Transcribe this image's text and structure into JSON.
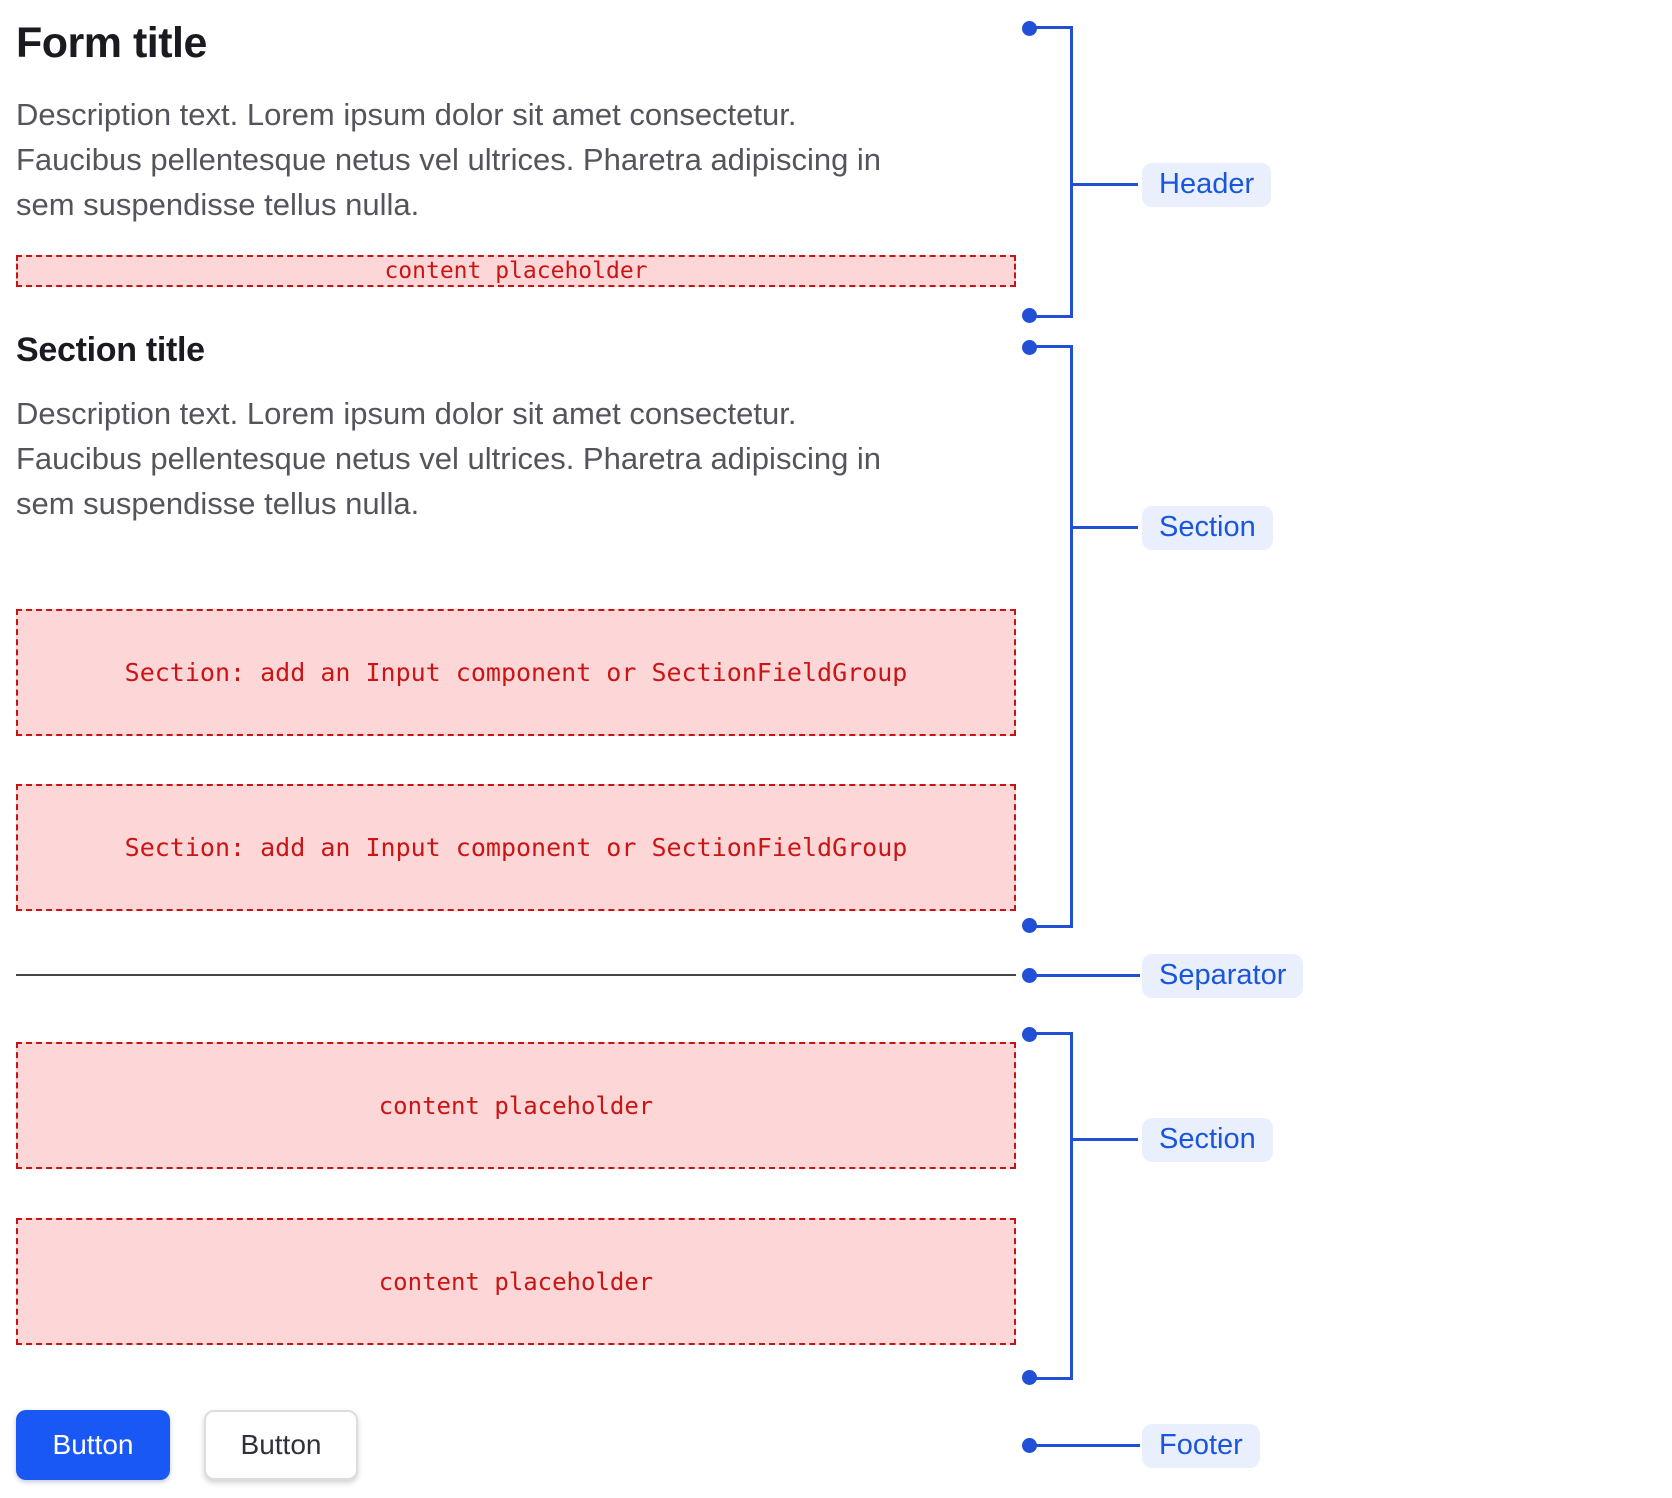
{
  "form": {
    "title": "Form title",
    "description_lines": [
      "Description text. Lorem ipsum dolor sit amet consectetur.",
      "Faucibus pellentesque netus vel ultrices. Pharetra adipiscing in",
      "sem suspendisse tellus nulla."
    ],
    "header_placeholder": "content placeholder",
    "section": {
      "title": "Section title",
      "description_lines": [
        "Description text. Lorem ipsum dolor sit amet consectetur.",
        "Faucibus pellentesque netus vel ultrices. Pharetra adipiscing in",
        "sem suspendisse tellus nulla."
      ],
      "placeholders": [
        "Section: add an Input component or SectionFieldGroup",
        "Section: add an Input component or SectionFieldGroup"
      ]
    },
    "section2": {
      "placeholders": [
        "content placeholder",
        "content placeholder"
      ]
    },
    "footer": {
      "primary_button": "Button",
      "secondary_button": "Button"
    }
  },
  "annotations": {
    "header": "Header",
    "section_1": "Section",
    "separator": "Separator",
    "section_2": "Section",
    "footer": "Footer"
  },
  "colors": {
    "annotation_blue_line": "#2150d6",
    "annotation_label_text": "#1a56db",
    "annotation_label_bg": "#e9effd",
    "placeholder_bg": "#fdd7d7",
    "placeholder_border": "#c41414",
    "placeholder_text": "#cb1414",
    "primary_button_bg": "#1a58f5",
    "primary_button_text": "#ffffff",
    "secondary_button_bg": "#ffffff",
    "secondary_button_border": "#dcdce1",
    "title_text": "#1a1a20",
    "description_text": "#54545c",
    "separator_line": "#45454e"
  }
}
